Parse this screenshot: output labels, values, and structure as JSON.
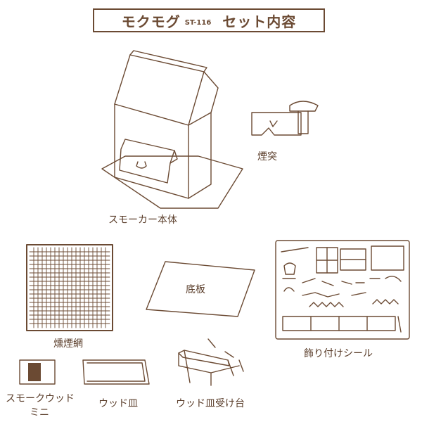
{
  "header": {
    "brand": "モクモグ",
    "model": "ST-116",
    "suffix": "セット内容"
  },
  "items": {
    "smoker_body": "スモーカー本体",
    "chimney": "煙突",
    "smoke_net": "燻煙網",
    "bottom_plate": "底板",
    "stickers": "飾り付けシール",
    "mini_wood_line1": "スモークウッド",
    "mini_wood_line2": "ミニ",
    "wood_tray": "ウッド皿",
    "tray_stand": "ウッド皿受け台"
  },
  "colors": {
    "line": "#6b4a33",
    "text": "#5a3d2a"
  }
}
